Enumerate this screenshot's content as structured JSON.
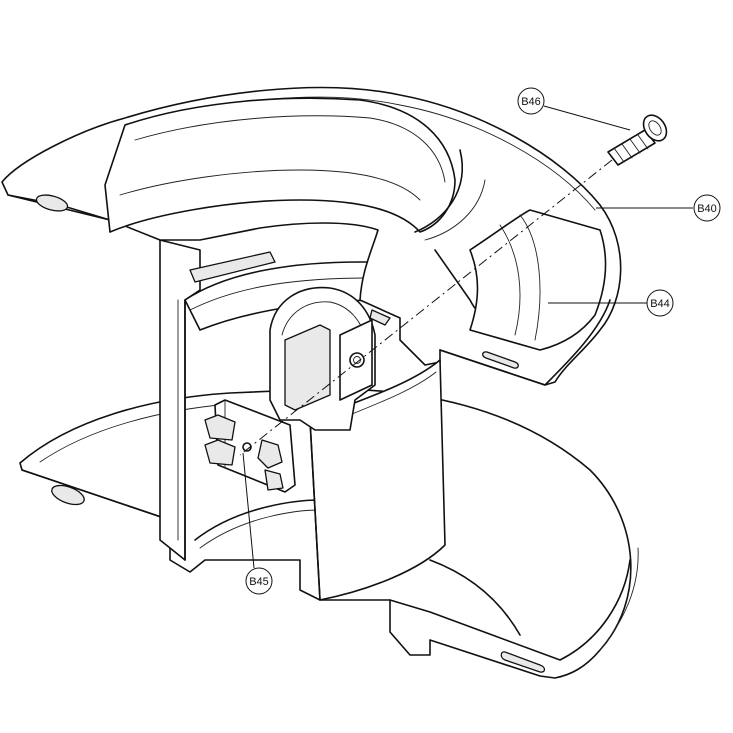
{
  "callouts": {
    "b46": "B46",
    "b40": "B40",
    "b44": "B44",
    "b45": "B45"
  }
}
